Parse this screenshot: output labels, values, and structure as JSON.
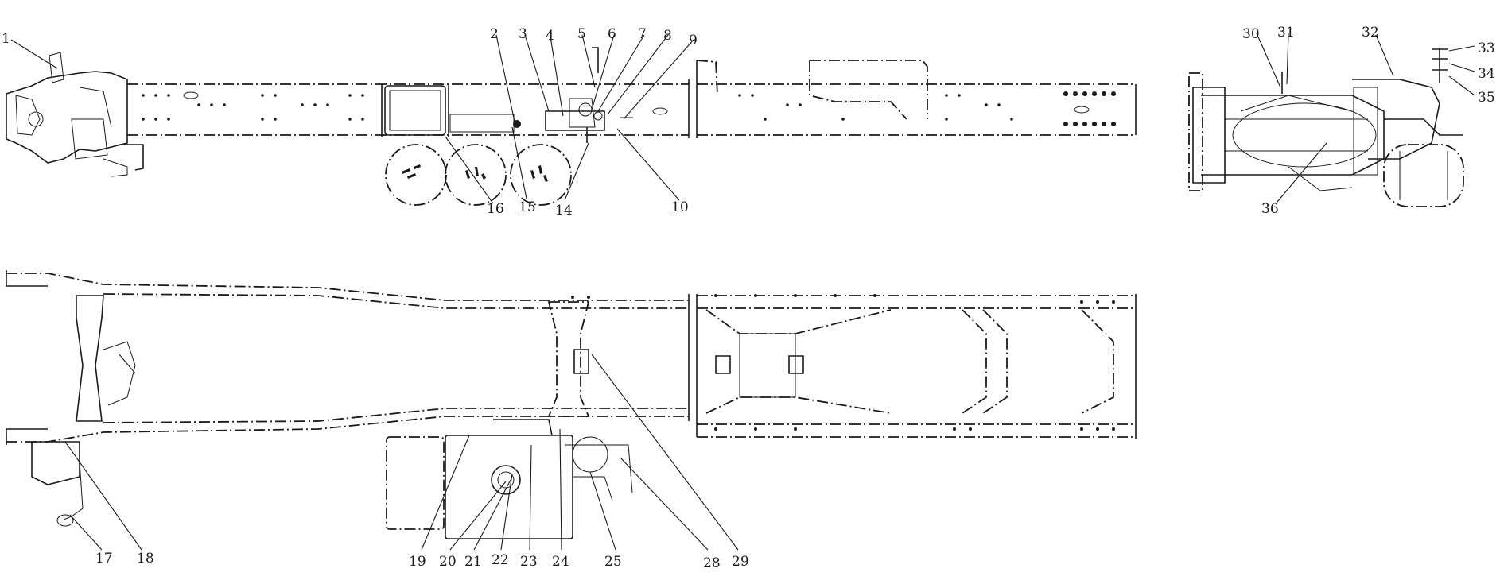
{
  "diagram": {
    "callouts": [
      {
        "label": "1"
      },
      {
        "label": "2"
      },
      {
        "label": "3"
      },
      {
        "label": "4"
      },
      {
        "label": "5"
      },
      {
        "label": "6"
      },
      {
        "label": "7"
      },
      {
        "label": "8"
      },
      {
        "label": "9"
      },
      {
        "label": "10"
      },
      {
        "label": "14"
      },
      {
        "label": "15"
      },
      {
        "label": "16"
      },
      {
        "label": "17"
      },
      {
        "label": "18"
      },
      {
        "label": "19"
      },
      {
        "label": "20"
      },
      {
        "label": "21"
      },
      {
        "label": "22"
      },
      {
        "label": "23"
      },
      {
        "label": "24"
      },
      {
        "label": "25"
      },
      {
        "label": "28"
      },
      {
        "label": "29"
      },
      {
        "label": "30"
      },
      {
        "label": "31"
      },
      {
        "label": "32"
      },
      {
        "label": "33"
      },
      {
        "label": "34"
      },
      {
        "label": "35"
      },
      {
        "label": "36"
      }
    ]
  }
}
